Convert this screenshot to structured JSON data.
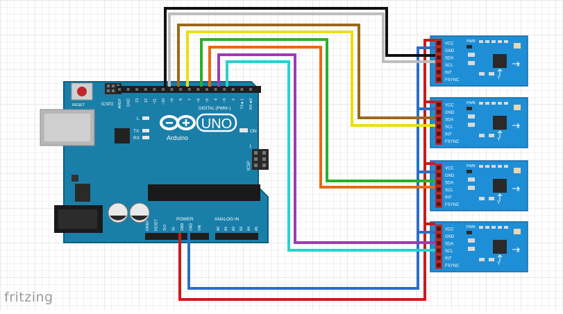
{
  "footer_brand": "fritzing",
  "arduino": {
    "logo_text": "Arduino",
    "model": "UNO",
    "reset_label": "RESET",
    "icsp2_label": "ICSP2",
    "icsp_label": "ICSP",
    "digital_label": "DIGITAL (PWM~)",
    "power_label": "POWER",
    "analog_label": "ANALOG IN",
    "on_label": "ON",
    "led_l": "L",
    "led_tx": "TX",
    "led_rx": "RX",
    "icsp_pin1": "1",
    "digital_pins": [
      "AREF",
      "GND",
      "13",
      "12",
      "~11",
      "~10",
      "~9",
      "8",
      "7",
      "~6",
      "~5",
      "4",
      "~3",
      "2",
      "TX►1",
      "RX◄0"
    ],
    "power_pins": [
      "IOREF",
      "RESET",
      "3V3",
      "5V",
      "GND",
      "GND",
      "VIN"
    ],
    "analog_pins": [
      "A0",
      "A1",
      "A2",
      "A3",
      "A4",
      "A5"
    ]
  },
  "modules": [
    {
      "pins": [
        "VCC",
        "GND",
        "SDA",
        "SCL",
        "INT",
        "FSYNC"
      ],
      "pwr": "PWR",
      "axis_x": "X",
      "axis_y": "Y"
    },
    {
      "pins": [
        "VCC",
        "GND",
        "SDA",
        "SCL",
        "INT",
        "FSYNC"
      ],
      "pwr": "PWR",
      "axis_x": "X",
      "axis_y": "Y"
    },
    {
      "pins": [
        "VCC",
        "GND",
        "SDA",
        "SCL",
        "INT",
        "FSYNC"
      ],
      "pwr": "PWR",
      "axis_x": "X",
      "axis_y": "Y"
    },
    {
      "pins": [
        "VCC",
        "GND",
        "SDA",
        "SCL",
        "INT",
        "FSYNC"
      ],
      "pwr": "PWR",
      "axis_x": "X",
      "axis_y": "Y"
    }
  ],
  "wire_colors": {
    "vcc": "#cc1a1a",
    "gnd": "#2a6fc9",
    "black": "#111111",
    "white": "#bdbdbd",
    "brown": "#9a6a1a",
    "yellow": "#e8e010",
    "green": "#2ab02a",
    "orange": "#e86a10",
    "purple": "#9b3db0",
    "cyan": "#2ad0d0"
  }
}
